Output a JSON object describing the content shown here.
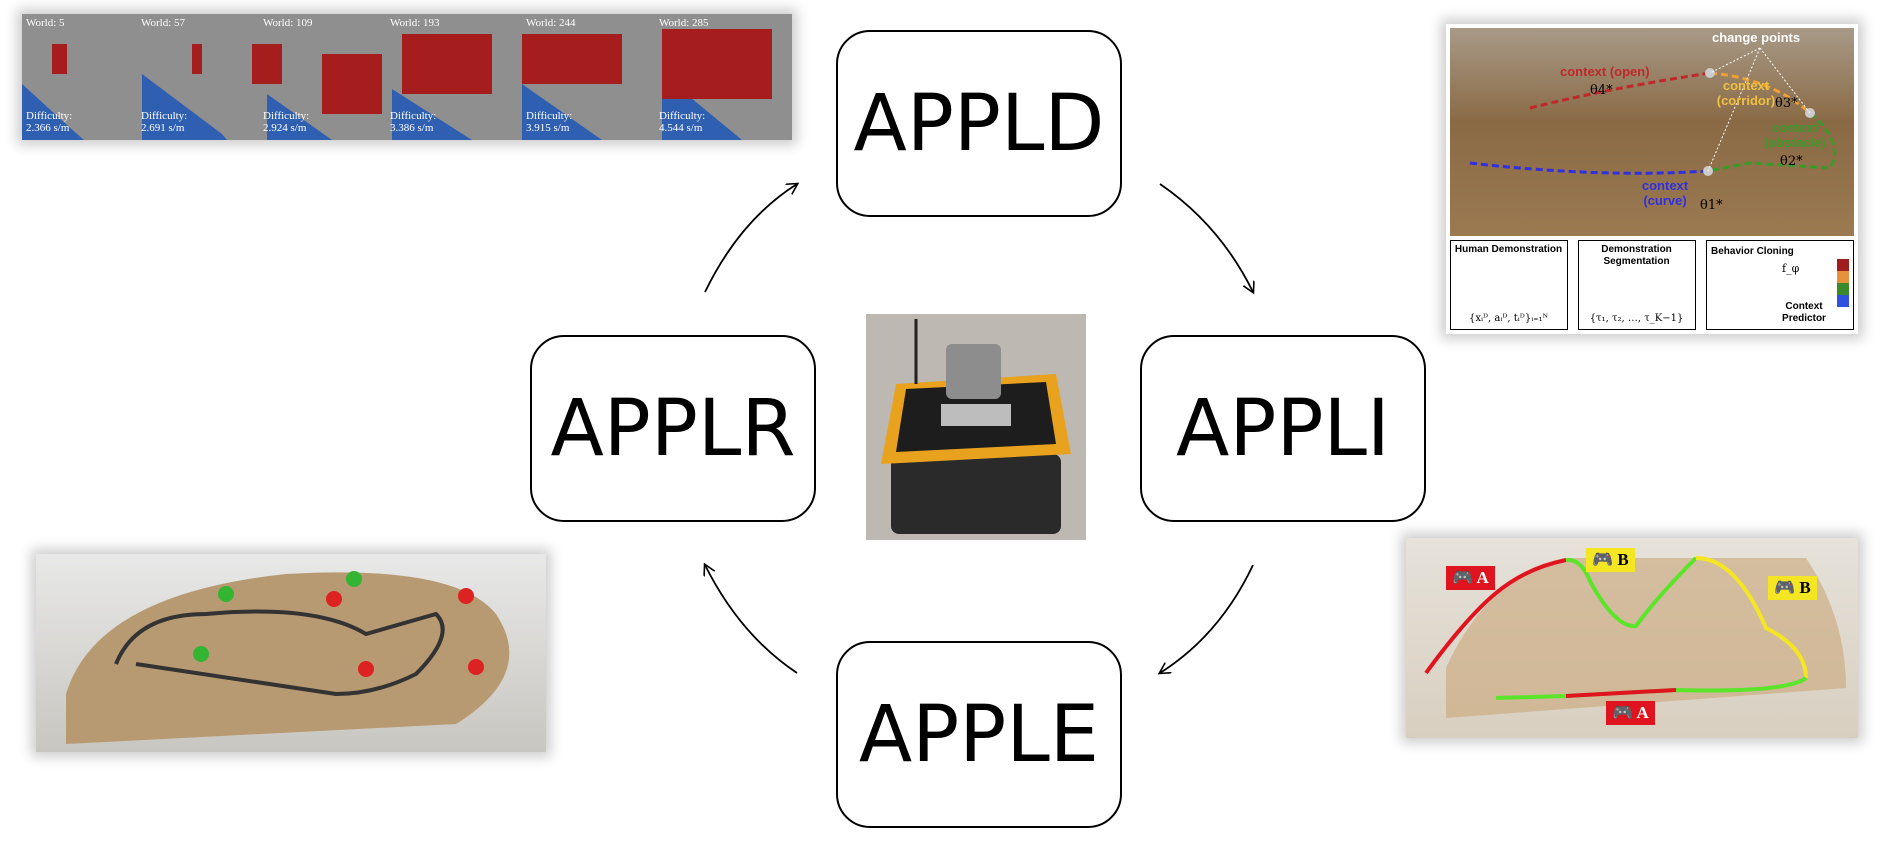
{
  "nodes": {
    "appld": "APPLD",
    "appli": "APPLI",
    "apple": "APPLE",
    "applr": "APPLR"
  },
  "appld_panel": {
    "worlds": [
      {
        "world": "World: 5",
        "difficulty_label": "Difficulty:",
        "difficulty": "2.366 s/m"
      },
      {
        "world": "World: 57",
        "difficulty_label": "Difficulty:",
        "difficulty": "2.691 s/m"
      },
      {
        "world": "World: 109",
        "difficulty_label": "Difficulty:",
        "difficulty": "2.924 s/m"
      },
      {
        "world": "World: 193",
        "difficulty_label": "Difficulty:",
        "difficulty": "3.386 s/m"
      },
      {
        "world": "World: 244",
        "difficulty_label": "Difficulty:",
        "difficulty": "3.915 s/m"
      },
      {
        "world": "World: 285",
        "difficulty_label": "Difficulty:",
        "difficulty": "4.544 s/m"
      }
    ]
  },
  "appld_figure": {
    "change_points": "change points",
    "contexts": [
      "context (open)",
      "context (corridor)",
      "context (obstacle)",
      "context (curve)"
    ],
    "thetas": [
      "θ4*",
      "θ3*",
      "θ2*",
      "θ1*"
    ],
    "human_demo": "Human Demonstration",
    "human_formula": "{xᵢᴰ, aᵢᴰ, tᵢᴰ}ᵢ₌₁ᴺ",
    "segmentation": "Demonstration Segmentation",
    "seg_formula": "{τ₁, τ₂, …, τ_K−1}",
    "bc": "Behavior Cloning",
    "f_phi": "f_φ",
    "context_predictor": "Context Predictor"
  },
  "apple_panel": {
    "tags": [
      "A",
      "B",
      "B",
      "A"
    ]
  },
  "colors": {
    "red": "#e0141e",
    "yellow": "#f5e623",
    "green": "#5be52a"
  }
}
